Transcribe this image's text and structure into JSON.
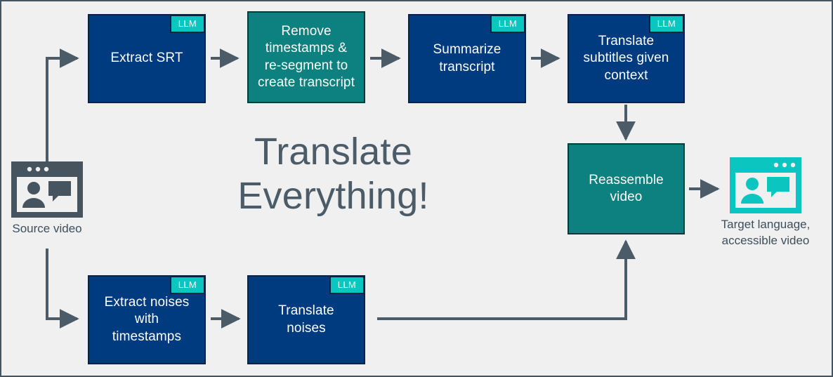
{
  "diagram": {
    "title_line1": "Translate",
    "title_line2": "Everything!",
    "badge_label": "LLM",
    "colors": {
      "background": "#f0f0f0",
      "canvas_border": "#46545f",
      "node_blue": "#003b7f",
      "node_teal": "#0d8080",
      "node_border": "#0d2240",
      "badge_teal": "#09c6c0",
      "arrow_gray": "#4b5c68",
      "title_gray": "#4b5c68",
      "source_icon": "#46545f",
      "target_icon": "#0ac5c0"
    },
    "nodes": [
      {
        "id": "extract-srt",
        "label": "Extract SRT",
        "fill": "blue",
        "llm": true
      },
      {
        "id": "remove-timestamps",
        "label": "Remove\ntimestamps &\nre-segment to\ncreate transcript",
        "fill": "teal",
        "llm": false
      },
      {
        "id": "summarize",
        "label": "Summarize\ntranscript",
        "fill": "blue",
        "llm": true
      },
      {
        "id": "translate-subtitles",
        "label": "Translate\nsubtitles given\ncontext",
        "fill": "blue",
        "llm": true
      },
      {
        "id": "reassemble",
        "label": "Reassemble\nvideo",
        "fill": "teal",
        "llm": false
      },
      {
        "id": "extract-noises",
        "label": "Extract noises\nwith\ntimestamps",
        "fill": "blue",
        "llm": true
      },
      {
        "id": "translate-noises",
        "label": "Translate\nnoises",
        "fill": "blue",
        "llm": true
      }
    ],
    "endpoints": [
      {
        "id": "source-video",
        "caption": "Source video",
        "icon": "video-window-icon"
      },
      {
        "id": "target-video",
        "caption": "Target language,\naccessible video",
        "icon": "video-window-icon"
      }
    ]
  }
}
